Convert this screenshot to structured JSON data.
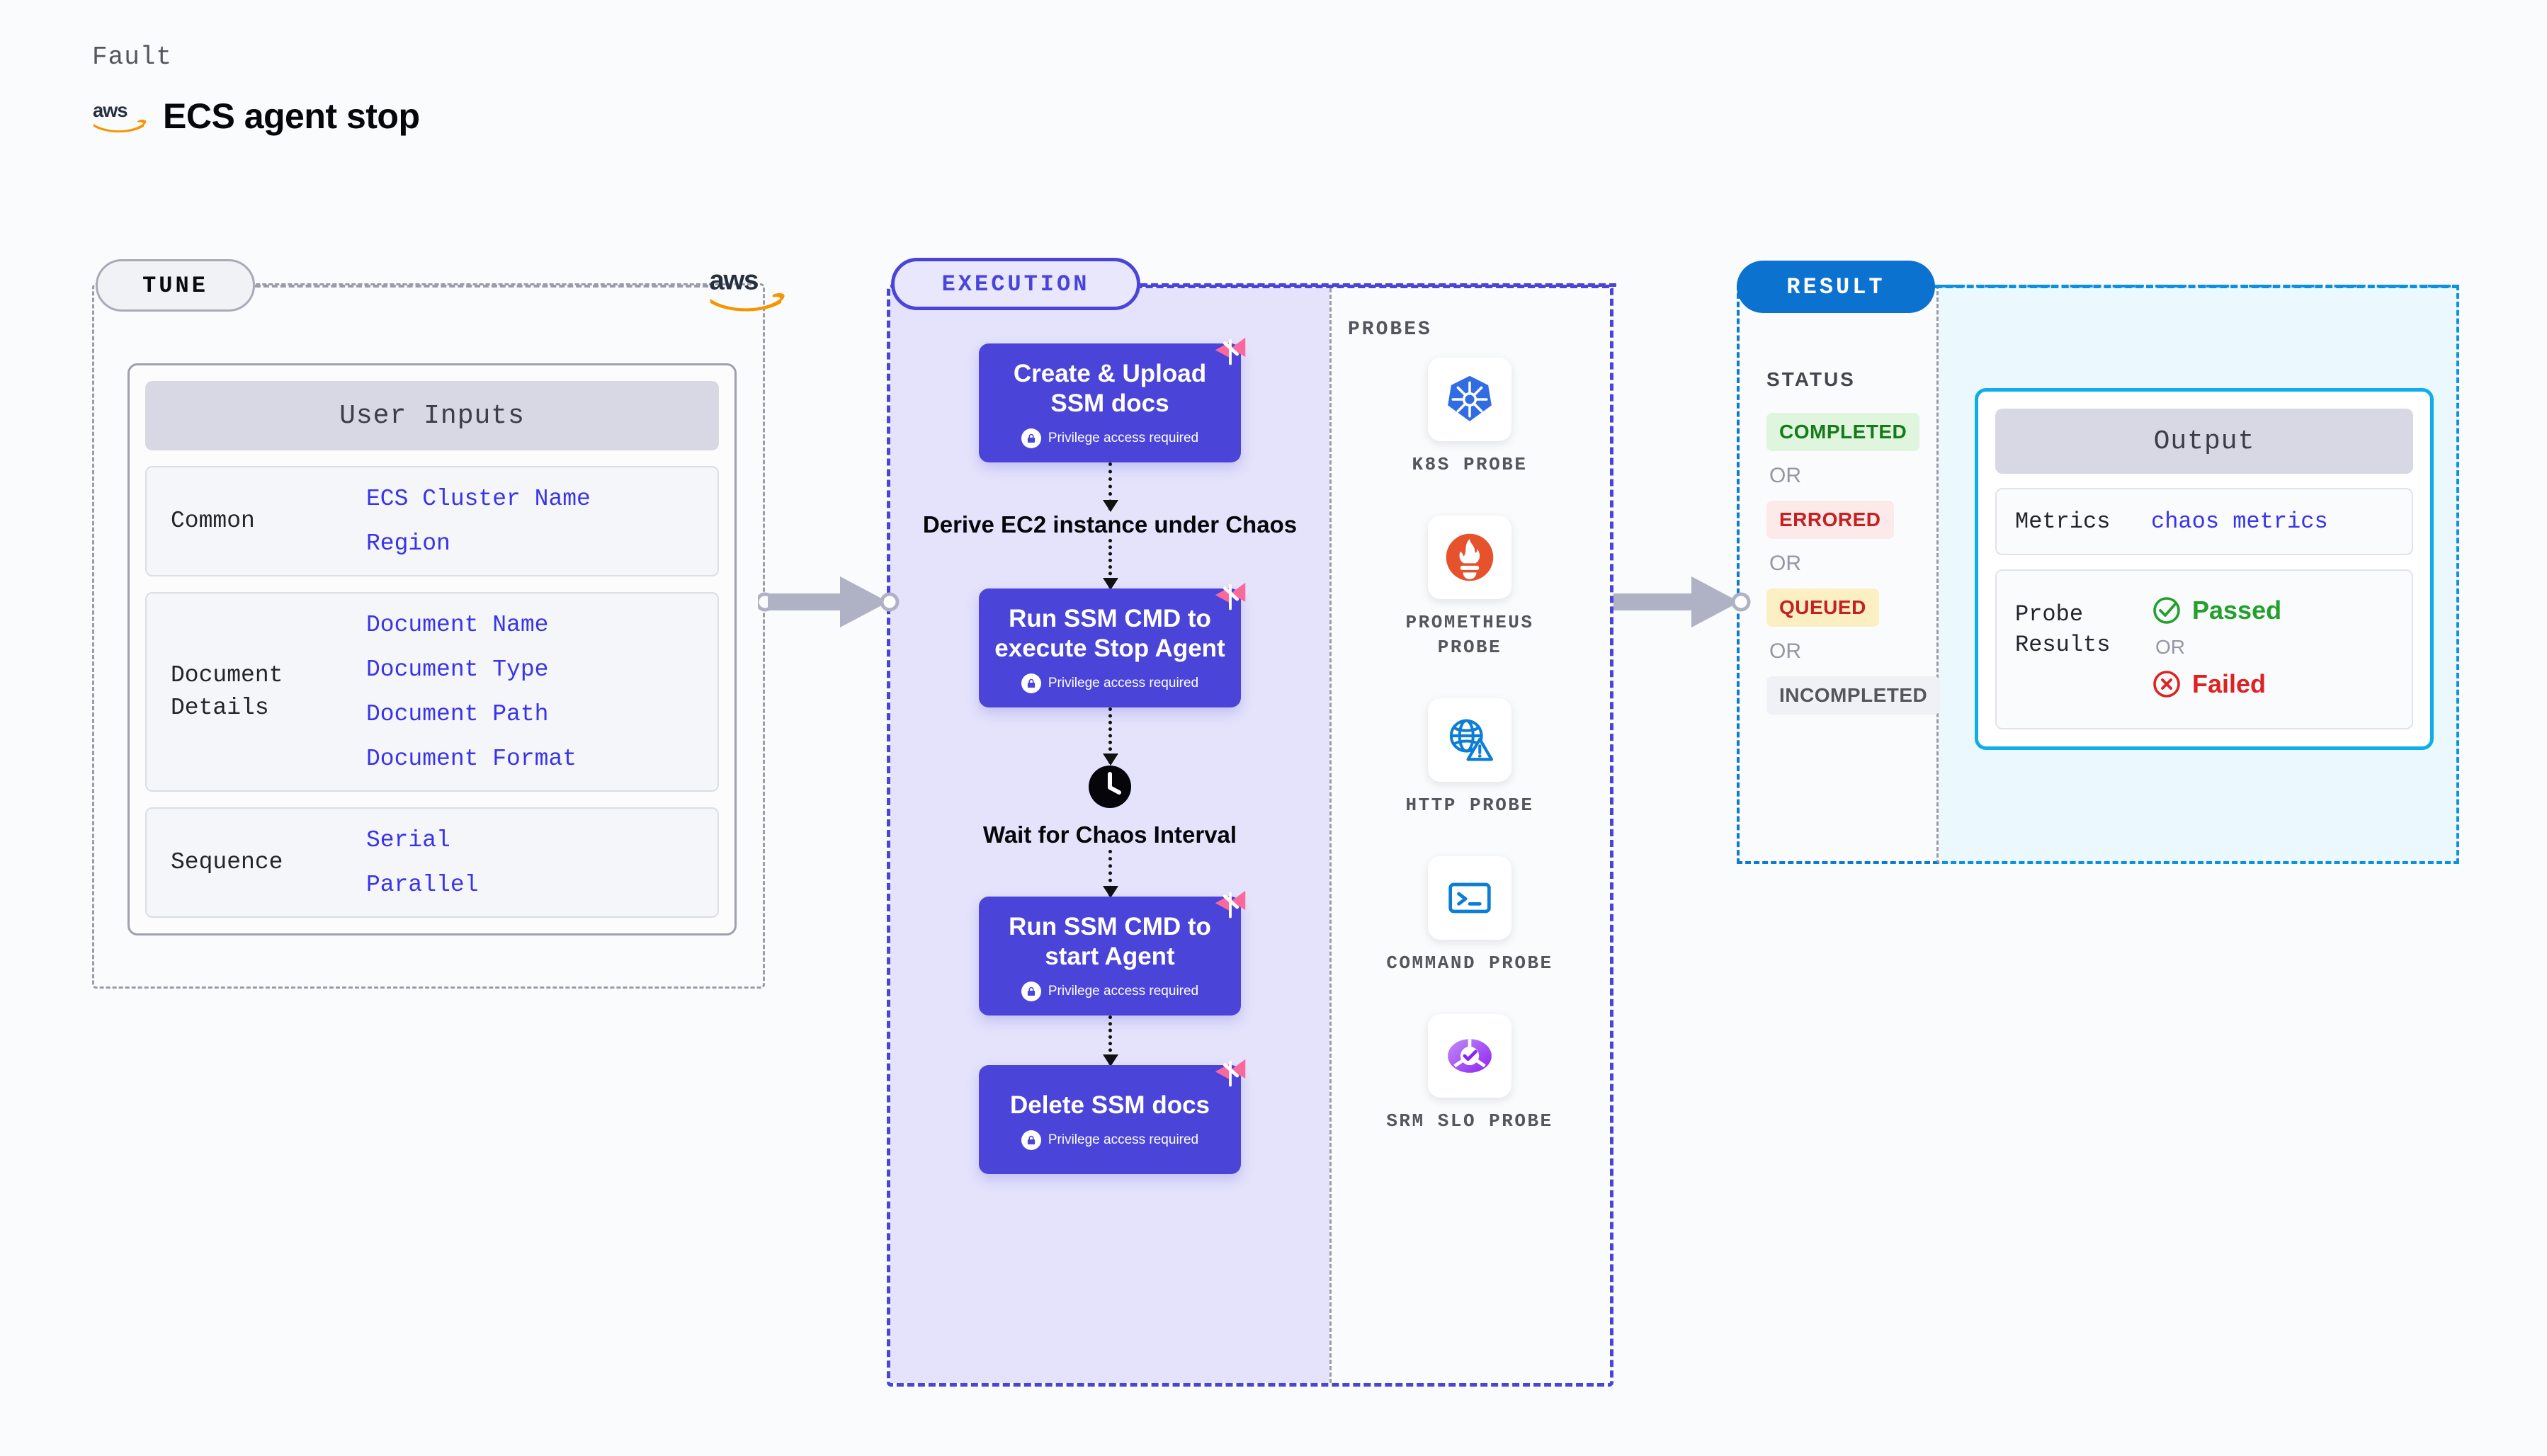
{
  "header": {
    "kicker": "Fault",
    "title": "ECS agent stop",
    "logo_icon": "aws-logo"
  },
  "tune": {
    "badge": "TUNE",
    "logo_icon": "aws-logo",
    "card_title": "User Inputs",
    "groups": [
      {
        "label": "Common",
        "values": [
          "ECS Cluster Name",
          "Region"
        ]
      },
      {
        "label": "Document\nDetails",
        "values": [
          "Document Name",
          "Document Type",
          "Document Path",
          "Document Format"
        ]
      },
      {
        "label": "Sequence",
        "values": [
          "Serial",
          "Parallel"
        ]
      }
    ]
  },
  "execution": {
    "badge": "EXECUTION",
    "privilege_note": "Privilege access required",
    "steps": [
      {
        "type": "card",
        "title": "Create & Upload SSM docs",
        "privileged": true,
        "badge_icon": "harness-ribbon-icon"
      },
      {
        "type": "plain",
        "title": "Derive EC2 instance under Chaos",
        "icon": null
      },
      {
        "type": "card",
        "title": "Run SSM CMD to execute Stop Agent",
        "privileged": true,
        "badge_icon": "harness-ribbon-icon"
      },
      {
        "type": "plain",
        "title": "Wait for Chaos Interval",
        "icon": "clock-icon"
      },
      {
        "type": "card",
        "title": "Run SSM CMD to start Agent",
        "privileged": true,
        "badge_icon": "harness-ribbon-icon"
      },
      {
        "type": "card",
        "title": "Delete SSM docs",
        "privileged": true,
        "badge_icon": "harness-ribbon-icon"
      }
    ]
  },
  "probes": {
    "label": "PROBES",
    "items": [
      {
        "name": "K8S PROBE",
        "icon": "kubernetes-icon"
      },
      {
        "name": "PROMETHEUS PROBE",
        "icon": "prometheus-icon"
      },
      {
        "name": "HTTP PROBE",
        "icon": "globe-warning-icon"
      },
      {
        "name": "COMMAND PROBE",
        "icon": "terminal-icon"
      },
      {
        "name": "SRM SLO PROBE",
        "icon": "srm-slo-icon"
      }
    ]
  },
  "result": {
    "badge": "RESULT",
    "status_label": "STATUS",
    "or_text": "OR",
    "statuses": [
      {
        "text": "COMPLETED",
        "bg": "#DFF5DD",
        "fg": "#167A1B"
      },
      {
        "text": "ERRORED",
        "bg": "#FCE9E9",
        "fg": "#C42121"
      },
      {
        "text": "QUEUED",
        "bg": "#FCEFC4",
        "fg": "#C42121"
      },
      {
        "text": "INCOMPLETED",
        "bg": "#F0F1F6",
        "fg": "#55565D"
      }
    ],
    "output": {
      "title": "Output",
      "metrics_label": "Metrics",
      "metrics_value": "chaos metrics",
      "probe_results_label": "Probe\nResults",
      "or_text": "OR",
      "passed": {
        "text": "Passed",
        "color": "#22A02C",
        "icon": "check-circle-icon"
      },
      "failed": {
        "text": "Failed",
        "color": "#DD2222",
        "icon": "x-circle-icon"
      }
    }
  },
  "connectors": {
    "tune_to_execution": "arrow-right-icon",
    "execution_to_result": "arrow-right-icon"
  },
  "colors": {
    "purple": "#4A44D9",
    "purple_bg": "#E4E3FB",
    "blue": "#0B72CF",
    "cyan": "#0FAEE8",
    "pink": "#F9699C",
    "aws_orange": "#F79400"
  }
}
